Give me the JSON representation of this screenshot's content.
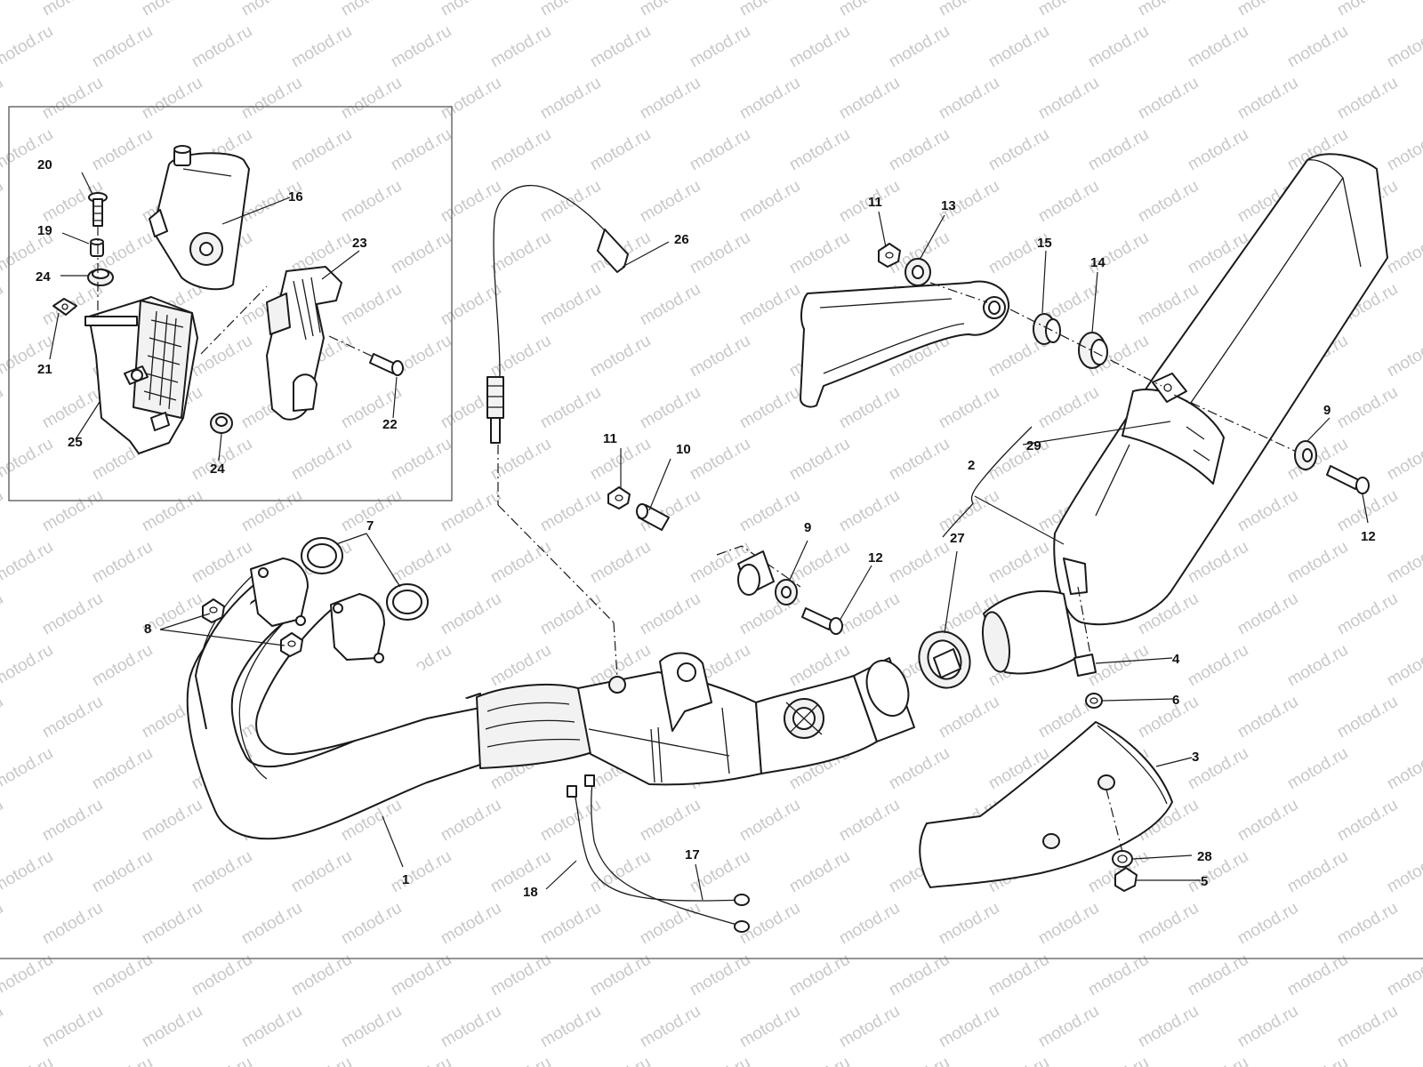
{
  "watermark": "motod.ru",
  "colors": {
    "line": "#1a1a1a",
    "watermark": "#c8c8c8",
    "background": "#ffffff"
  },
  "callouts": [
    {
      "id": "c1",
      "text": "1"
    },
    {
      "id": "c2",
      "text": "2"
    },
    {
      "id": "c3",
      "text": "3"
    },
    {
      "id": "c4",
      "text": "4"
    },
    {
      "id": "c5",
      "text": "5"
    },
    {
      "id": "c6",
      "text": "6"
    },
    {
      "id": "c7",
      "text": "7"
    },
    {
      "id": "c8",
      "text": "8"
    },
    {
      "id": "c9a",
      "text": "9"
    },
    {
      "id": "c9b",
      "text": "9"
    },
    {
      "id": "c10",
      "text": "10"
    },
    {
      "id": "c11a",
      "text": "11"
    },
    {
      "id": "c11b",
      "text": "11"
    },
    {
      "id": "c12a",
      "text": "12"
    },
    {
      "id": "c12b",
      "text": "12"
    },
    {
      "id": "c13",
      "text": "13"
    },
    {
      "id": "c14",
      "text": "14"
    },
    {
      "id": "c15",
      "text": "15"
    },
    {
      "id": "c16",
      "text": "16"
    },
    {
      "id": "c17",
      "text": "17"
    },
    {
      "id": "c18",
      "text": "18"
    },
    {
      "id": "c19",
      "text": "19"
    },
    {
      "id": "c20",
      "text": "20"
    },
    {
      "id": "c21",
      "text": "21"
    },
    {
      "id": "c22",
      "text": "22"
    },
    {
      "id": "c23",
      "text": "23"
    },
    {
      "id": "c24a",
      "text": "24"
    },
    {
      "id": "c24b",
      "text": "24"
    },
    {
      "id": "c25",
      "text": "25"
    },
    {
      "id": "c26",
      "text": "26"
    },
    {
      "id": "c27",
      "text": "27"
    },
    {
      "id": "c28",
      "text": "28"
    },
    {
      "id": "c29",
      "text": "29"
    }
  ]
}
